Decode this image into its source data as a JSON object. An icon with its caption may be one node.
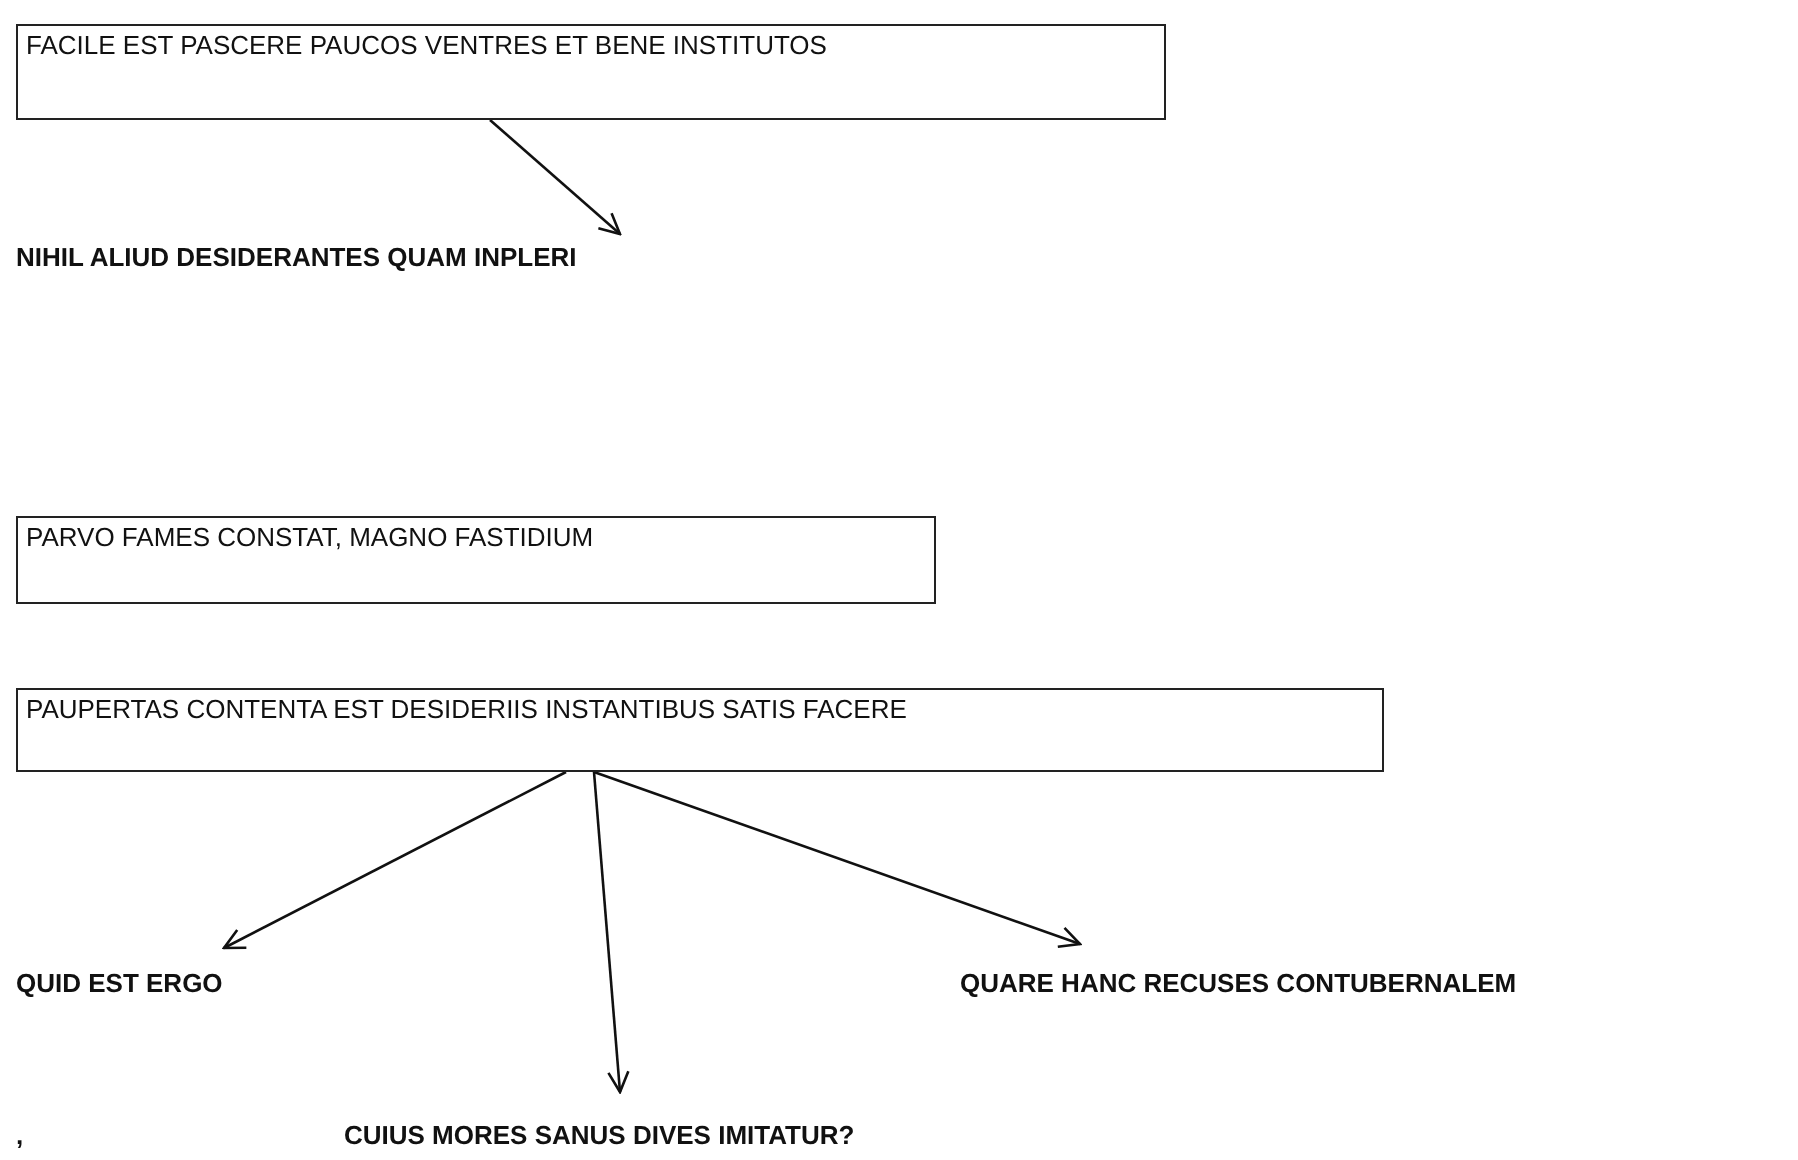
{
  "diagram": {
    "nodes": [
      {
        "text": [
          "FACILE EST PASCERE PAUCOS VENTRES ET BENE INSTITUTOS"
        ]
      },
      {
        "text": [
          "NIHIL ALIUD DESIDERANTES QUAM INPLERI"
        ]
      },
      {
        "text": [
          "PARVO FAMES CONSTAT, MAGNO FASTIDIUM"
        ]
      },
      {
        "text": [
          "PAUPERTAS CONTENTA EST DESIDERIIS INSTANTIBUS SATIS FACERE"
        ]
      },
      {
        "text": [
          "QUID EST ERGO"
        ]
      },
      {
        "text": [
          "CUIUS MORES SANUS DIVES IMITATUR?"
        ]
      },
      {
        "text": [
          "QUARE HANC RECUSES CONTUBERNALEM"
        ]
      }
    ],
    "edges": [
      {
        "from": 0,
        "to": 1,
        "arrow": "to"
      },
      {
        "from": 3,
        "to": 4,
        "arrow": "to"
      },
      {
        "from": 3,
        "to": 5,
        "arrow": "to"
      },
      {
        "from": 3,
        "to": 6,
        "arrow": "to"
      }
    ],
    "labels": [
      ","
    ]
  }
}
